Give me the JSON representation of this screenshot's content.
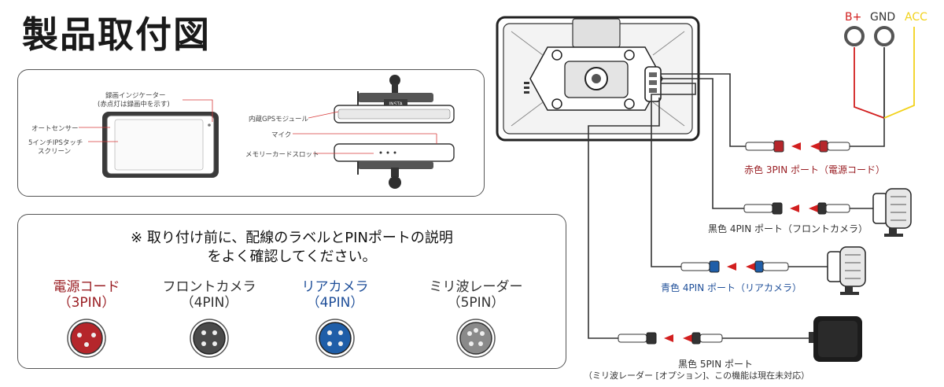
{
  "title": "製品取付図",
  "device_labels": {
    "indicator_line1": "録画インジケーター",
    "indicator_line2": "(赤点灯は録画中を示す)",
    "auto_sensor": "オートセンサー",
    "touch_line1": "5インチIPSタッチ",
    "touch_line2": "スクリーン",
    "gps": "内蔵GPSモジュール",
    "mic": "マイク",
    "memory_slot": "メモリーカードスロット"
  },
  "note": {
    "line1": "※ 取り付け前に、配線のラベルとPINポートの説明",
    "line2": "をよく確認してください。"
  },
  "connectors": [
    {
      "name": "電源コード",
      "pins": "（3PIN）",
      "color": "#b5262b",
      "text_color": "#9a1f24",
      "pin_count": 3
    },
    {
      "name": "フロントカメラ",
      "pins": "（4PIN）",
      "color": "#4a4a4a",
      "text_color": "#333333",
      "pin_count": 4
    },
    {
      "name": "リアカメラ",
      "pins": "（4PIN）",
      "color": "#1f5ea8",
      "text_color": "#1f4f99",
      "pin_count": 4
    },
    {
      "name": "ミリ波レーダー",
      "pins": "（5PIN）",
      "color": "#8a8a8a",
      "text_color": "#333333",
      "pin_count": 5
    }
  ],
  "power_terminals": {
    "bplus": "B+",
    "gnd": "GND",
    "acc": "ACC"
  },
  "ports": {
    "power": "赤色 3PIN ポート（電源コード）",
    "front": "黒色 4PIN ポート（フロントカメラ）",
    "rear": "青色 4PIN ポート（リアカメラ）",
    "radar_line1": "黒色 5PIN ポート",
    "radar_line2": "（ミリ波レーダー [オプション]、この機能は現在未対応）"
  },
  "colors": {
    "red": "#d21f1f",
    "blue": "#1f5ea8",
    "yellow": "#f2d21b",
    "wire": "#333333"
  }
}
